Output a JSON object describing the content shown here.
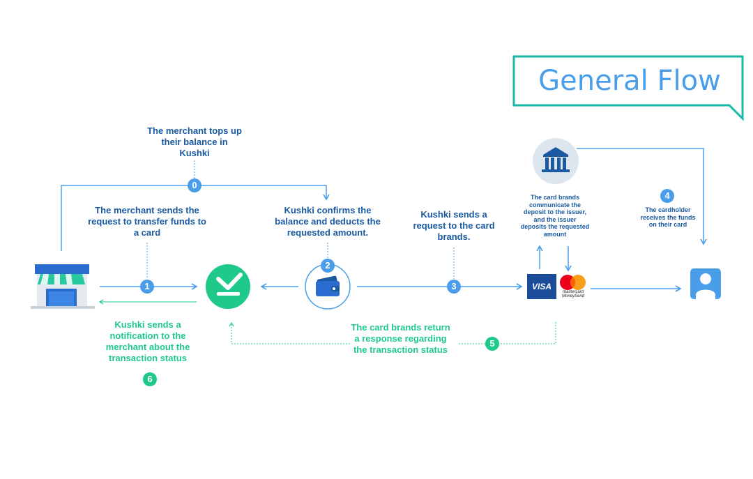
{
  "title": "General Flow",
  "colors": {
    "primary_blue": "#4a9de8",
    "dark_blue": "#1a5aa0",
    "green": "#1ec98a",
    "teal": "#17b8a6"
  },
  "steps": [
    {
      "badge": "0",
      "text": "The merchant tops up their balance in Kushki"
    },
    {
      "badge": "1",
      "text": "The merchant sends the request to transfer funds to a card"
    },
    {
      "badge": "2",
      "text": "Kushki confirms the balance and deducts the requested amount."
    },
    {
      "badge": "3",
      "text": "Kushki sends a request to the card brands."
    },
    {
      "badge": "4",
      "text": "The cardholder receives the funds on their card"
    },
    {
      "badge": "5",
      "text": "The card brands return a response regarding the transaction status"
    },
    {
      "badge": "6",
      "text": "Kushki sends a notification to the merchant about the transaction status"
    }
  ],
  "issuer_note": "The card brands communicate the deposit to the issuer, and the issuer deposits the requested amount",
  "logos": {
    "visa": "VISA",
    "mastercard_1": "mastercard",
    "mastercard_2": "MoneySend"
  },
  "icons": [
    "store-icon",
    "kushki-check-icon",
    "wallet-icon",
    "bank-icon",
    "visa-logo",
    "mastercard-logo",
    "cardholder-icon"
  ]
}
